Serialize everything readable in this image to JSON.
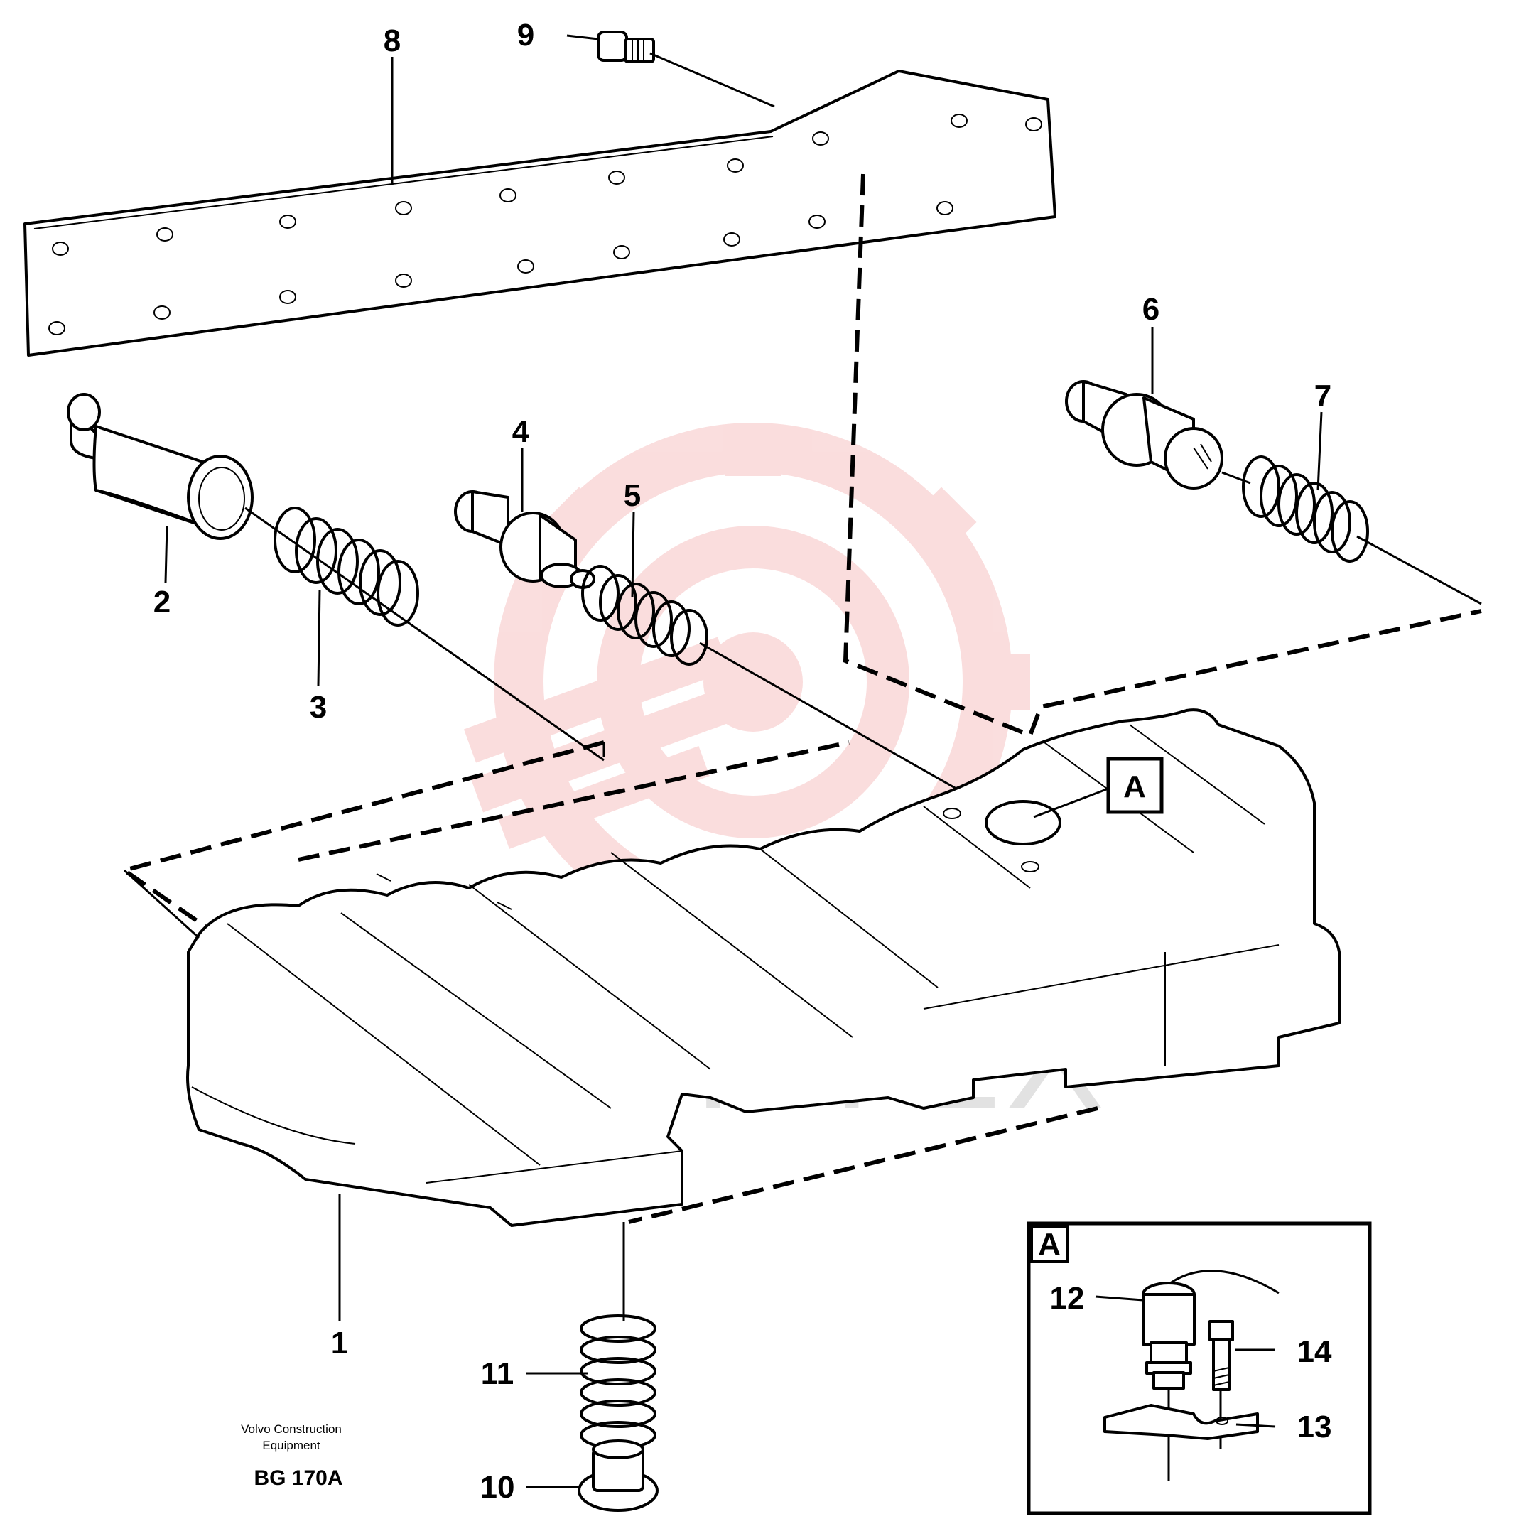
{
  "diagram": {
    "part_numbers": [
      "1",
      "2",
      "3",
      "4",
      "5",
      "6",
      "7",
      "8",
      "9",
      "10",
      "11",
      "12",
      "13",
      "14"
    ],
    "detail_marker": "A",
    "inset_marker": "A",
    "credit_line1": "Volvo Construction",
    "credit_line2": "Equipment",
    "drawing_code": "BG 170A",
    "watermark_text": "ИНТЕХ"
  },
  "colors": {
    "line": "#000000",
    "background": "#ffffff",
    "watermark_red": "#f5b5b5",
    "watermark_gray": "#cccccc"
  }
}
